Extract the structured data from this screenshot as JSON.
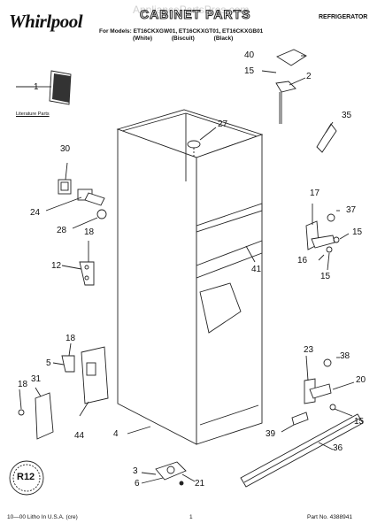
{
  "header": {
    "brand": "Whirlpool",
    "title": "CABINET PARTS",
    "models_line": "For Models: ET16CKXGW01, ET16CKXGT01, ET16CKXGB01",
    "colors": [
      "(White)",
      "(Biscuit)",
      "(Black)"
    ],
    "category": "REFRIGERATOR",
    "watermark": "AppliancePartsPros.com"
  },
  "literature_label": "Literature Parts",
  "callouts": {
    "n1": "1",
    "n2": "2",
    "n3": "3",
    "n4": "4",
    "n5": "5",
    "n6": "6",
    "n12": "12",
    "n15a": "15",
    "n15b": "15",
    "n15c": "15",
    "n15d": "15",
    "n16": "16",
    "n17": "17",
    "n18a": "18",
    "n18b": "18",
    "n18c": "18",
    "n20": "20",
    "n21": "21",
    "n23": "23",
    "n24": "24",
    "n27": "27",
    "n28": "28",
    "n30": "30",
    "n31": "31",
    "n35": "35",
    "n36": "36",
    "n37": "37",
    "n38": "38",
    "n39": "39",
    "n40": "40",
    "n41": "41",
    "n44": "44"
  },
  "badge": "R12",
  "footer": {
    "left": "10—00 Litho In U.S.A. (cre)",
    "center": "1",
    "right": "Part No. 4388941"
  }
}
